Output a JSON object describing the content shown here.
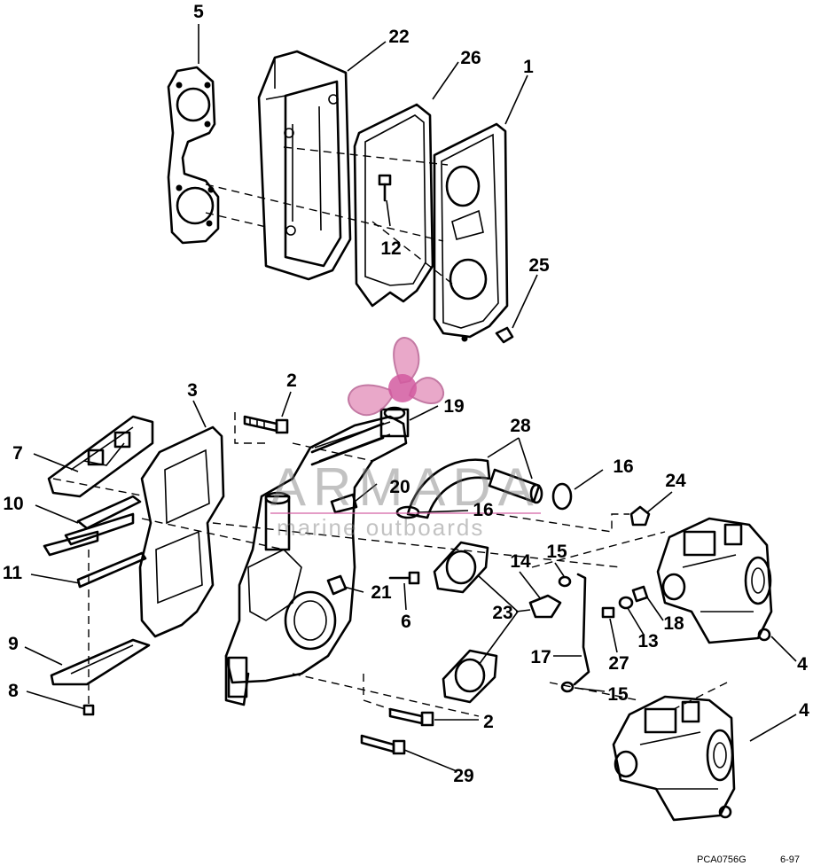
{
  "callouts": [
    {
      "id": "c5",
      "label": "5"
    },
    {
      "id": "c22",
      "label": "22"
    },
    {
      "id": "c26",
      "label": "26"
    },
    {
      "id": "c1",
      "label": "1"
    },
    {
      "id": "c12",
      "label": "12"
    },
    {
      "id": "c25",
      "label": "25"
    },
    {
      "id": "c2a",
      "label": "2"
    },
    {
      "id": "c3",
      "label": "3"
    },
    {
      "id": "c19",
      "label": "19"
    },
    {
      "id": "c28",
      "label": "28"
    },
    {
      "id": "c16a",
      "label": "16"
    },
    {
      "id": "c24",
      "label": "24"
    },
    {
      "id": "c7",
      "label": "7"
    },
    {
      "id": "c20",
      "label": "20"
    },
    {
      "id": "c16b",
      "label": "16"
    },
    {
      "id": "c10",
      "label": "10"
    },
    {
      "id": "c15a",
      "label": "15"
    },
    {
      "id": "c14",
      "label": "14"
    },
    {
      "id": "c11",
      "label": "11"
    },
    {
      "id": "c21",
      "label": "21"
    },
    {
      "id": "c23",
      "label": "23"
    },
    {
      "id": "c18",
      "label": "18"
    },
    {
      "id": "c6",
      "label": "6"
    },
    {
      "id": "c13",
      "label": "13"
    },
    {
      "id": "c9",
      "label": "9"
    },
    {
      "id": "c17",
      "label": "17"
    },
    {
      "id": "c27",
      "label": "27"
    },
    {
      "id": "c4a",
      "label": "4"
    },
    {
      "id": "c8",
      "label": "8"
    },
    {
      "id": "c15b",
      "label": "15"
    },
    {
      "id": "c4b",
      "label": "4"
    },
    {
      "id": "c2b",
      "label": "2"
    },
    {
      "id": "c29",
      "label": "29"
    }
  ],
  "drawing_code": "PCA0756G",
  "drawing_date": "6-97",
  "watermark": {
    "brand": "ARMADA",
    "tagline": "marine outboards",
    "logo": "propeller-logo-icon"
  }
}
